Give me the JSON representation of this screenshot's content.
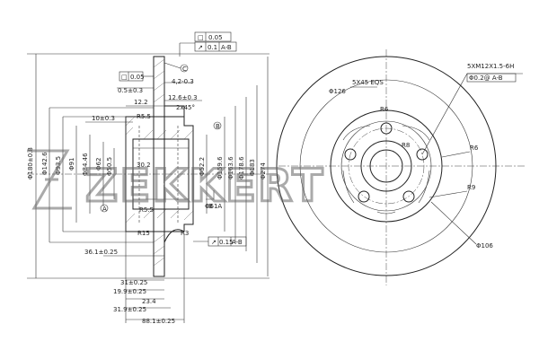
{
  "section_view": {
    "tolerance_top": {
      "symbol": "□",
      "value": "0.05"
    },
    "tolerance_runout": {
      "symbol": "↗",
      "value": "0.1",
      "datum": "A-B"
    },
    "flatness": {
      "symbol": "□",
      "value": "0.05"
    },
    "callout_c": "C",
    "callout_b": "B",
    "callout_b2": "B",
    "callout_a": "A",
    "dim_thickness": "4,2-0.3",
    "dim_0_5": "0.5±0.3",
    "dim_12_2": "12.2",
    "dim_12_6": "12.6±0.3",
    "dim_10": "10±0.3",
    "dim_r5_5": "R5.5",
    "dim_r5_5b": "R5.5",
    "dim_r15": "R15",
    "dim_r3": "R3",
    "dim_2x45": "2x45°",
    "dim_30_2": "30.2",
    "dim_phi180": "Φ180±0.8",
    "dim_phi142": "Φ142.6",
    "dim_phi93": "Φ93.5",
    "dim_phi91": "Φ91",
    "dim_phi84": "Φ84.46",
    "dim_phi62": "Φ62",
    "dim_phi50": "Φ50.5",
    "dim_phi52": "Φ52.2",
    "dim_phi159": "Φ159.6",
    "dim_phi163": "Φ163.6",
    "dim_phi178": "Φ178.6",
    "dim_phi183": "Φ183",
    "dim_phi274": "Φ274",
    "dim_phi61": "Φ61A",
    "tolerance_bottom": {
      "symbol": "↗",
      "value": "0.15",
      "datum": "A-B"
    },
    "dim_36_1": "36.1±0.25",
    "dim_31": "31±0.25",
    "dim_19_9": "19.9±0.25",
    "dim_23_4": "23.4",
    "dim_31_9": "31.9±0.25",
    "dim_88_1": "88.1±0.25"
  },
  "front_view": {
    "thread": "5XM12X1.5-6H",
    "thread_position": "Φ0.2@ A-B",
    "bolt_circle": "5X45 EQS",
    "dim_phi126": "Φ126",
    "dim_r6": "R6",
    "dim_r8": "R8",
    "dim_r6b": "R6",
    "dim_r9": "R9",
    "dim_phi106": "Φ106"
  },
  "watermark": {
    "brand": "ZEKKERT"
  }
}
